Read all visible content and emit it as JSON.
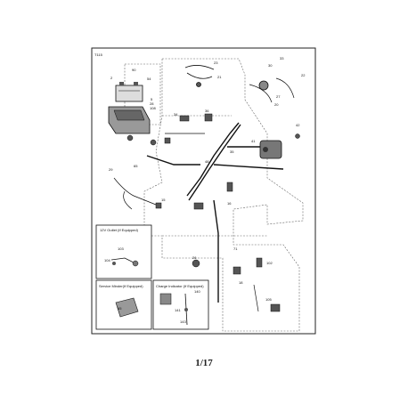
{
  "diagram": {
    "code": "T115",
    "inset_outlet_title": "12V Outlet (If Equipped)",
    "inset_minder_title": "Service Minder(If Equipped)",
    "inset_charge_title": "Charge Indicator (If Equipped)",
    "callouts": [
      "90",
      "2",
      "54",
      "5",
      "28",
      "108",
      "23",
      "33",
      "30",
      "22",
      "21",
      "34",
      "36",
      "27",
      "20",
      "41",
      "42",
      "16",
      "35",
      "48",
      "65",
      "29",
      "15",
      "71",
      "26",
      "102",
      "18",
      "105",
      "103",
      "104",
      "65",
      "140",
      "141",
      "143"
    ]
  },
  "footer": {
    "page": "1/17"
  }
}
